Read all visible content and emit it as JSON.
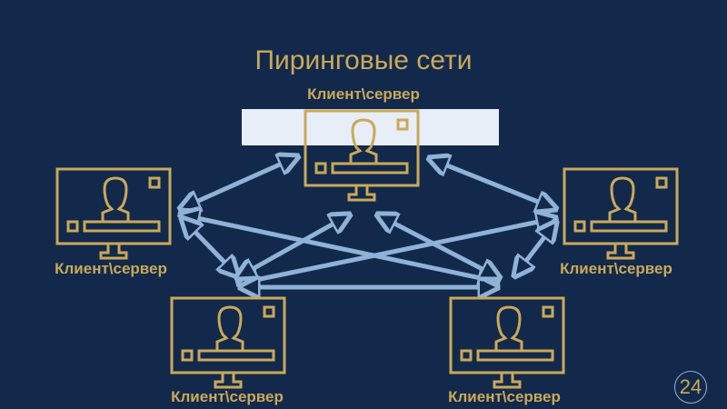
{
  "slide": {
    "title": "Пиринговые сети",
    "page_number": "24",
    "nodes": [
      {
        "label": "Клиент\\сервер"
      },
      {
        "label": "Клиент\\сервер"
      },
      {
        "label": "Клиент\\сервер"
      },
      {
        "label": "Клиент\\сервер"
      },
      {
        "label": "Клиент\\сервер"
      }
    ],
    "colors": {
      "background": "#13294b",
      "accent": "#c9a95a",
      "arrow": "#8fb3d6"
    }
  }
}
